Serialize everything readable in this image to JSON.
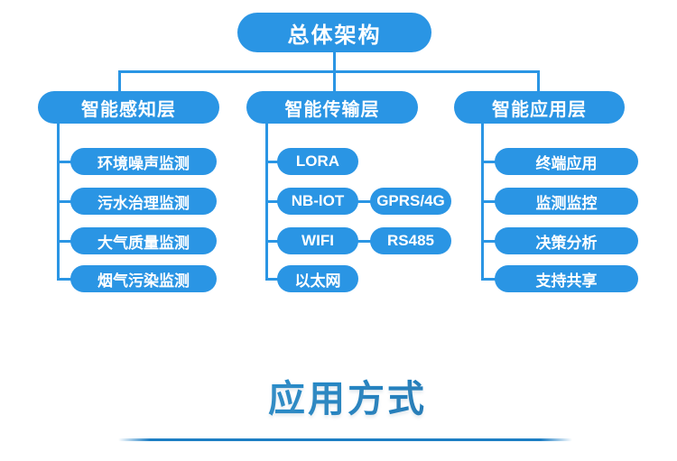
{
  "tree": {
    "root": "总体架构",
    "branches": [
      {
        "label": "智能感知层",
        "items": [
          "环境噪声监测",
          "污水治理监测",
          "大气质量监测",
          "烟气污染监测"
        ]
      },
      {
        "label": "智能传输层",
        "items": [
          "LORA",
          "NB-lOT",
          "WIFI",
          "以太网"
        ],
        "secondary": [
          {
            "label": "GPRS/4G"
          },
          {
            "label": "RS485"
          }
        ]
      },
      {
        "label": "智能应用层",
        "items": [
          "终端应用",
          "监测监控",
          "决策分析",
          "支持共享"
        ]
      }
    ]
  },
  "footer": {
    "title": "应用方式"
  },
  "colors": {
    "node_blue": "#2a95e4",
    "divider_blue": "#1d7ec4",
    "title_gradient_start": "#45a7db",
    "title_gradient_end": "#135f9d",
    "text_on_node": "#ffffff"
  }
}
